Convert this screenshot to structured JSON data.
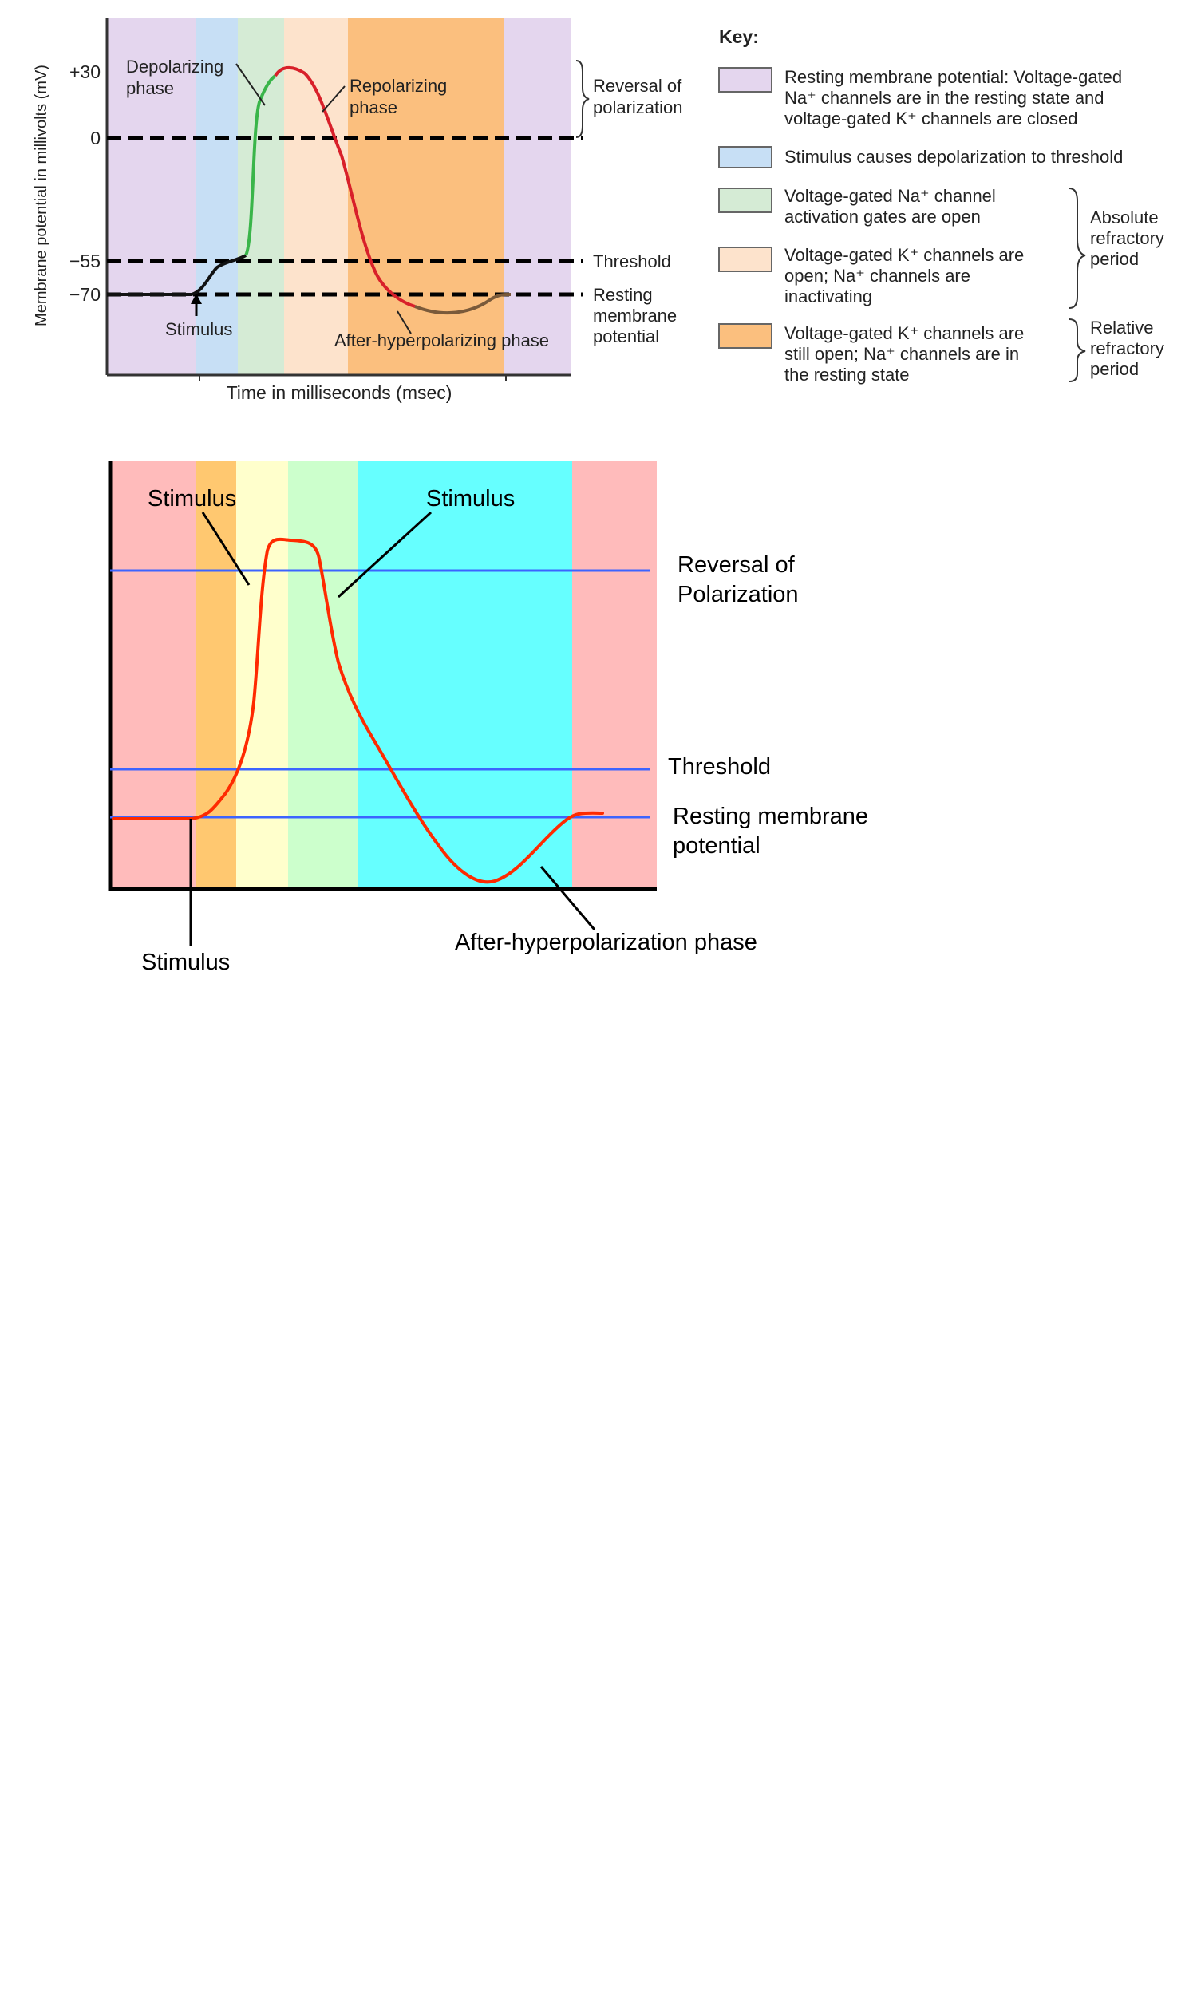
{
  "top_diagram": {
    "y_axis_label": "Membrane potential in millivolts (mV)",
    "x_axis_label": "Time in milliseconds (msec)",
    "ticks": [
      "+30",
      "0",
      "−55",
      "−70"
    ],
    "labels": {
      "depolarizing": [
        "Depolarizing",
        "phase"
      ],
      "repolarizing": [
        "Repolarizing",
        "phase"
      ],
      "stimulus": "Stimulus",
      "after_hyper": "After-hyperpolarizing phase",
      "reversal": [
        "Reversal of",
        "polarization"
      ],
      "threshold": "Threshold",
      "resting": [
        "Resting",
        "membrane",
        "potential"
      ]
    },
    "key": {
      "title": "Key:",
      "items": [
        {
          "lines": [
            "Resting membrane potential: Voltage-gated",
            "Na⁺ channels are in the resting state and",
            "voltage-gated K⁺ channels are closed"
          ],
          "color": "#e4d6ee"
        },
        {
          "lines": [
            "Stimulus causes depolarization to threshold"
          ],
          "color": "#c7dff5"
        },
        {
          "lines": [
            "Voltage-gated Na⁺ channel",
            "activation gates are open"
          ],
          "color": "#d5ebd5"
        },
        {
          "lines": [
            "Voltage-gated K⁺ channels are",
            "open; Na⁺ channels are",
            "inactivating"
          ],
          "color": "#fde3cc"
        },
        {
          "lines": [
            "Voltage-gated K⁺ channels are",
            "still open; Na⁺ channels are in",
            "the resting state"
          ],
          "color": "#fbbf7e"
        }
      ],
      "absolute": [
        "Absolute",
        "refractory",
        "period"
      ],
      "relative": [
        "Relative",
        "refractory",
        "period"
      ]
    }
  },
  "bottom_diagram": {
    "labels": {
      "stimulus_top_left": "Stimulus",
      "stimulus_top_right": "Stimulus",
      "stimulus_bottom": "Stimulus",
      "reversal": [
        "Reversal of",
        "Polarization"
      ],
      "threshold": "Threshold",
      "resting": [
        "Resting membrane",
        "potential"
      ],
      "after_hyper": "After-hyperpolarization phase"
    },
    "colors": {
      "pink": "#ffbbbb",
      "orange": "#ffc870",
      "yellow": "#ffffcc",
      "green": "#ccffcc",
      "cyan": "#66ffff",
      "line_blue": "#3c64ff",
      "curve_red": "#ff2a00"
    }
  }
}
